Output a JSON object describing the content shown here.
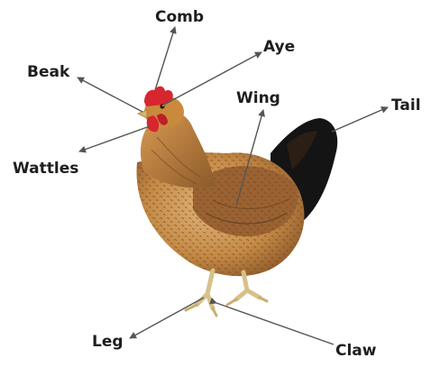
{
  "labels": {
    "comb": "Comb",
    "aye": "Aye",
    "beak": "Beak",
    "wing": "Wing",
    "tail": "Tail",
    "wattles": "Wattles",
    "leg": "Leg",
    "claw": "Claw"
  },
  "colors": {
    "background": "#ffffff",
    "label_text": "#1e1e1e",
    "pointer_line": "#555555",
    "comb_red": "#d8262e",
    "plumage_light": "#d9a86a",
    "plumage_mid": "#b97a3a",
    "plumage_dark": "#7a4a22",
    "tail_black": "#141414",
    "legs": "#d8c08a"
  }
}
